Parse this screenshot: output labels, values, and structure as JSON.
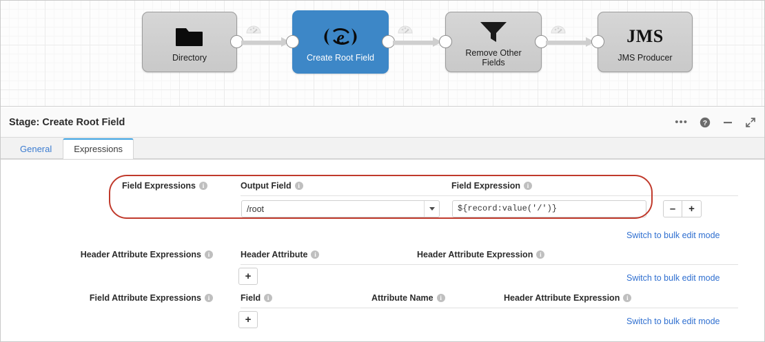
{
  "canvas": {
    "nodes": [
      {
        "name": "directory",
        "label": "Directory",
        "icon": "folder-icon",
        "selected": false
      },
      {
        "name": "create-root-field",
        "label": "Create Root Field",
        "icon": "expression-evaluator-icon",
        "selected": true
      },
      {
        "name": "remove-other-fields",
        "label": "Remove Other\nFields",
        "icon": "funnel-icon",
        "selected": false
      },
      {
        "name": "jms-producer",
        "label": "JMS Producer",
        "icon": "jms-text-icon",
        "glyph_text": "JMS",
        "selected": false
      }
    ],
    "selected_color": "#3d87c7",
    "node_color": "#cdcdcd",
    "link_color": "#cfcfcf"
  },
  "header": {
    "title": "Stage: Create Root Field",
    "actions": [
      {
        "name": "more-options-icon",
        "glyph": "•••"
      },
      {
        "name": "help-icon",
        "glyph": "?"
      },
      {
        "name": "minimize-icon",
        "glyph": "—"
      },
      {
        "name": "expand-icon",
        "glyph": "⤢"
      }
    ]
  },
  "tabs": [
    {
      "label": "General",
      "active": false
    },
    {
      "label": "Expressions",
      "active": true
    }
  ],
  "form": {
    "info_glyph": "i",
    "rows": [
      {
        "label": "Field Expressions",
        "columns": [
          {
            "label": "Output Field"
          },
          {
            "label": "Field Expression"
          }
        ],
        "output_field_value": "/root",
        "field_expression_value": "${record:value('/')}",
        "remove_label": "–",
        "add_label": "+",
        "bulk_link": "Switch to bulk edit mode",
        "highlighted": true
      },
      {
        "label": "Header Attribute Expressions",
        "columns": [
          {
            "label": "Header Attribute"
          },
          {
            "label": "Header Attribute Expression"
          }
        ],
        "add_label": "+",
        "bulk_link": "Switch to bulk edit mode",
        "highlighted": false
      },
      {
        "label": "Field Attribute Expressions",
        "columns": [
          {
            "label": "Field"
          },
          {
            "label": "Attribute Name"
          },
          {
            "label": "Header Attribute Expression"
          }
        ],
        "add_label": "+",
        "bulk_link": "Switch to bulk edit mode",
        "highlighted": false
      }
    ],
    "highlight_color": "#c0392b",
    "link_color": "#2f6fd0"
  }
}
